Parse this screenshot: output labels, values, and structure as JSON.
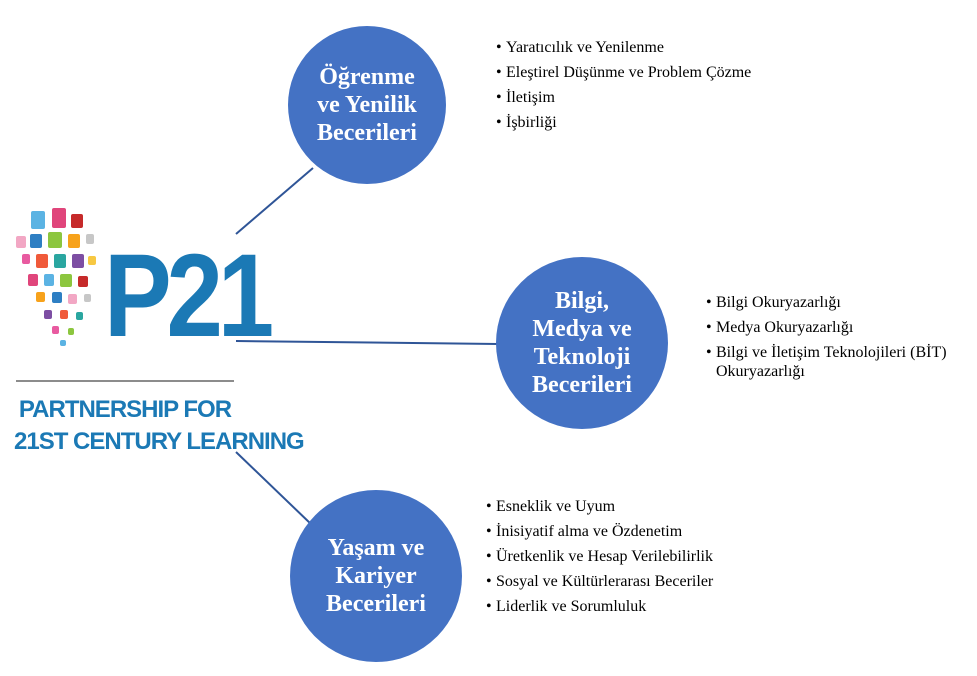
{
  "logo": {
    "mark": "P21",
    "caption_line1": "PARTNERSHIP FOR",
    "caption_line2": "21ST CENTURY LEARNING",
    "brand_color": "#1b79b5"
  },
  "accent_color": "#4472c4",
  "nodes": [
    {
      "title_lines": [
        "Öğrenme",
        "ve Yenilik",
        "Becerileri"
      ],
      "items": [
        "Yaratıcılık ve Yenilenme",
        "Eleştirel Düşünme ve Problem Çözme",
        "İletişim",
        "İşbirliği"
      ]
    },
    {
      "title_lines": [
        "Bilgi,",
        "Medya ve",
        "Teknoloji",
        "Becerileri"
      ],
      "items": [
        "Bilgi Okuryazarlığı",
        "Medya Okuryazarlığı",
        "Bilgi ve İletişim Teknolojileri (BİT) Okuryazarlığı"
      ]
    },
    {
      "title_lines": [
        "Yaşam ve",
        "Kariyer",
        "Becerileri"
      ],
      "items": [
        "Esneklik ve Uyum",
        "İnisiyatif alma ve Özdenetim",
        "Üretkenlik ve Hesap Verilebilirlik",
        "Sosyal ve Kültürlerarası Beceriler",
        "Liderlik ve Sorumluluk"
      ]
    }
  ]
}
